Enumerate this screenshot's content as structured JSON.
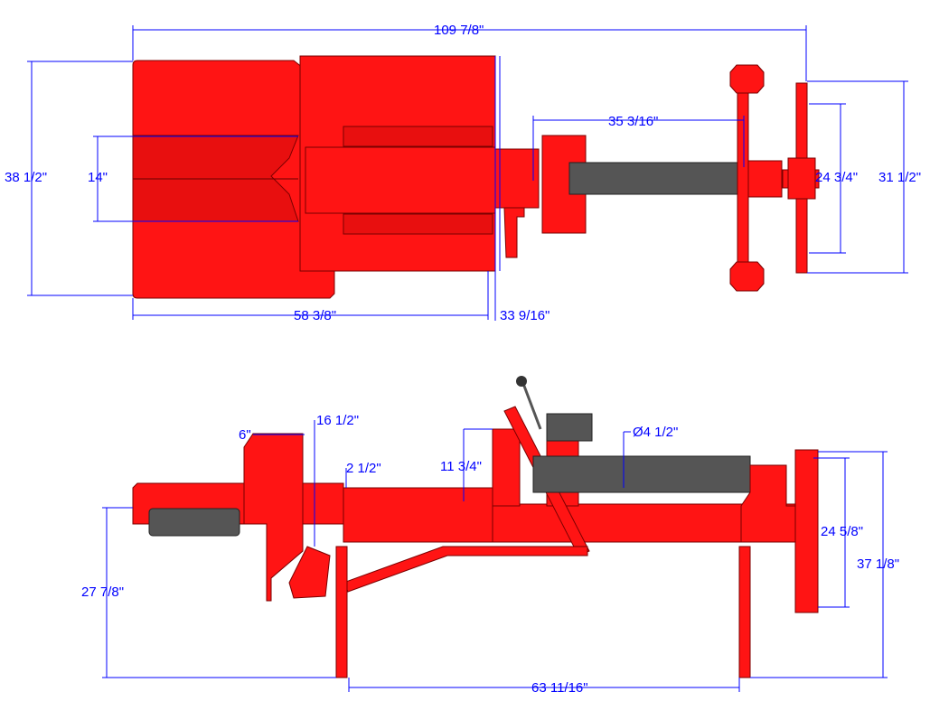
{
  "drawing": {
    "top_view": {
      "dimensions": {
        "overall_length": "109 7/8\"",
        "overall_width": "38 1/2\"",
        "wedge_width": "14\"",
        "cylinder_center": "35 3/16\"",
        "axle_inner": "24 3/4\"",
        "axle_outer": "31 1/2\"",
        "table_length": "58 3/8\"",
        "table_depth": "33 9/16\""
      }
    },
    "side_view": {
      "dimensions": {
        "wedge_thickness": "6\"",
        "wedge_height": "16 1/2\"",
        "beam_offset": "2 1/2\"",
        "plate_height": "11 3/4\"",
        "cylinder_diameter": "Ø4 1/2\"",
        "post_height": "24 5/8\"",
        "overall_height": "37 1/8\"",
        "table_height": "27 7/8\"",
        "leg_spacing": "63 11/16\""
      }
    },
    "colors": {
      "frame": "#ff1414",
      "dimension": "#0000ff",
      "cylinder": "#555555"
    }
  }
}
